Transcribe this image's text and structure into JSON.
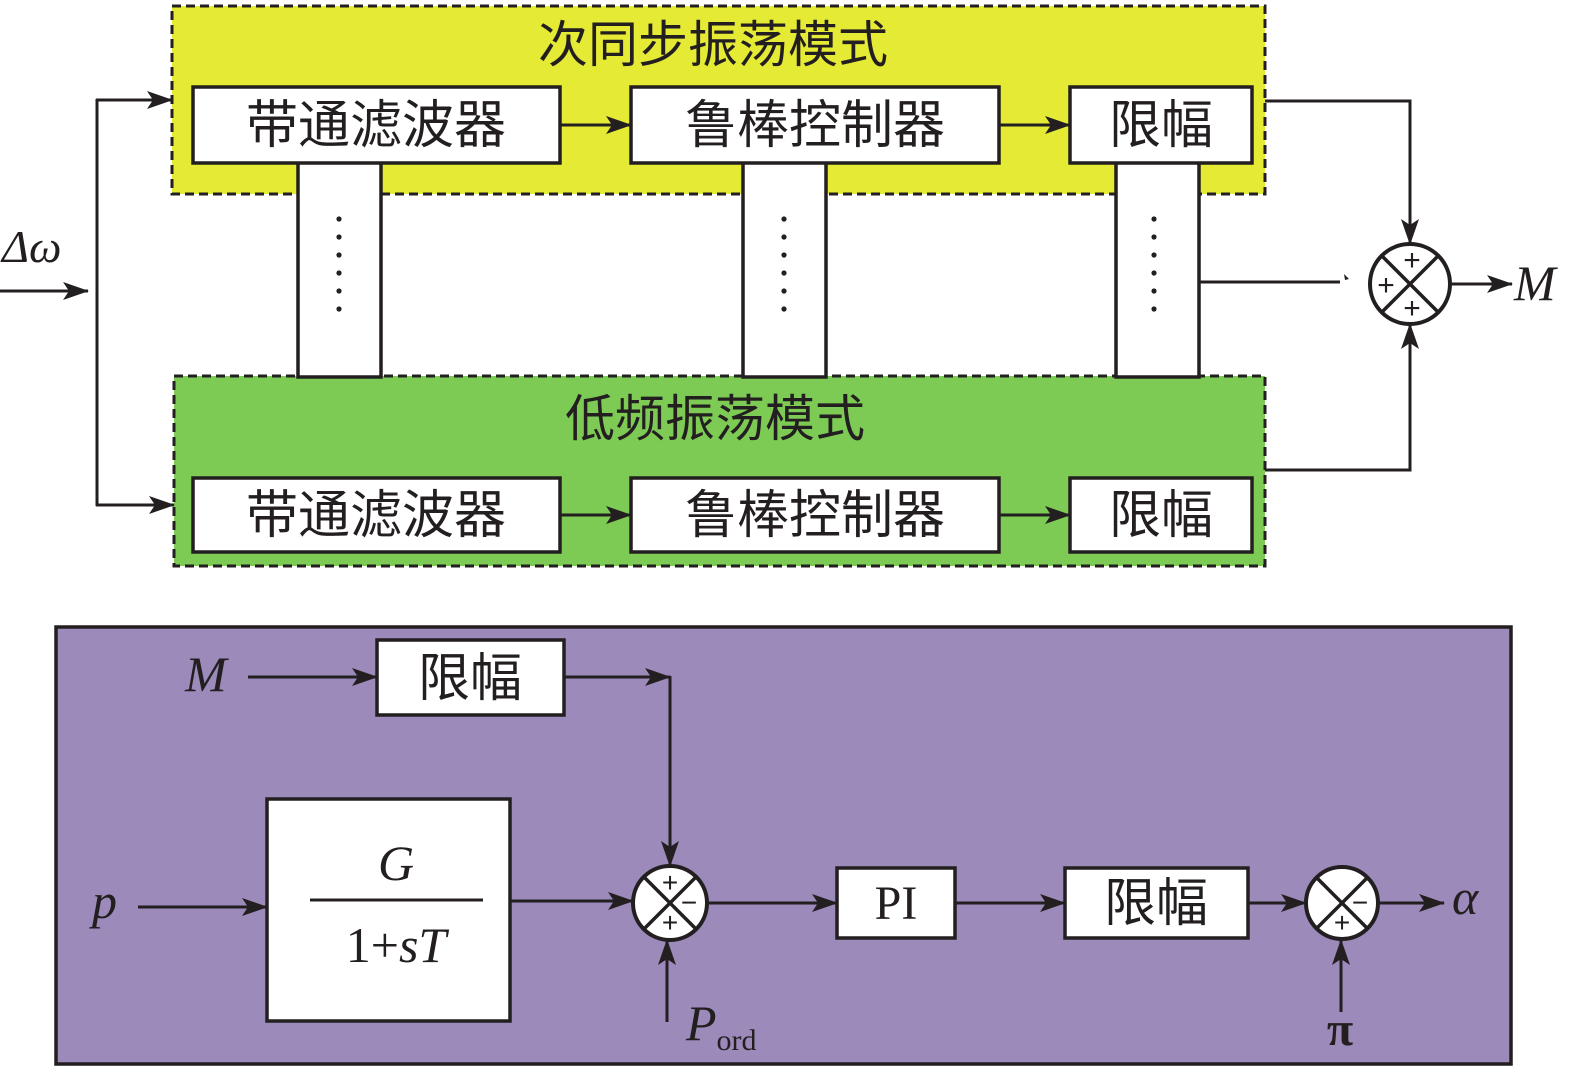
{
  "colors": {
    "subsync_fill": "#E5EA35",
    "lowfreq_fill": "#7DCB55",
    "control_fill": "#9B8ABA",
    "stroke": "#231F20"
  },
  "damping": {
    "input_label": "Δω",
    "output_label": "M",
    "subsync_mode": {
      "title": "次同步振荡模式",
      "blocks": [
        "带通滤波器",
        "鲁棒控制器",
        "限幅"
      ]
    },
    "lowfreq_mode": {
      "title": "低频振荡模式",
      "blocks": [
        "带通滤波器",
        "鲁棒控制器",
        "限幅"
      ]
    },
    "summer": {
      "signs": {
        "top": "+",
        "left": "+",
        "bottom": "+"
      }
    }
  },
  "control": {
    "m_input_label": "M",
    "m_limiter_label": "限幅",
    "p_input_label": "p",
    "filter": {
      "numerator": "G",
      "denominator_const": "1+",
      "denominator_var": "sT"
    },
    "pord_label": {
      "main": "P",
      "sub": "ord"
    },
    "summer1": {
      "signs": {
        "top": "+",
        "right": "−",
        "bottom": "+"
      }
    },
    "pi_label": "PI",
    "limiter_label": "限幅",
    "summer2": {
      "signs": {
        "right": "−",
        "bottom": "+"
      }
    },
    "pi_const_label": "π",
    "output_label": "α"
  }
}
